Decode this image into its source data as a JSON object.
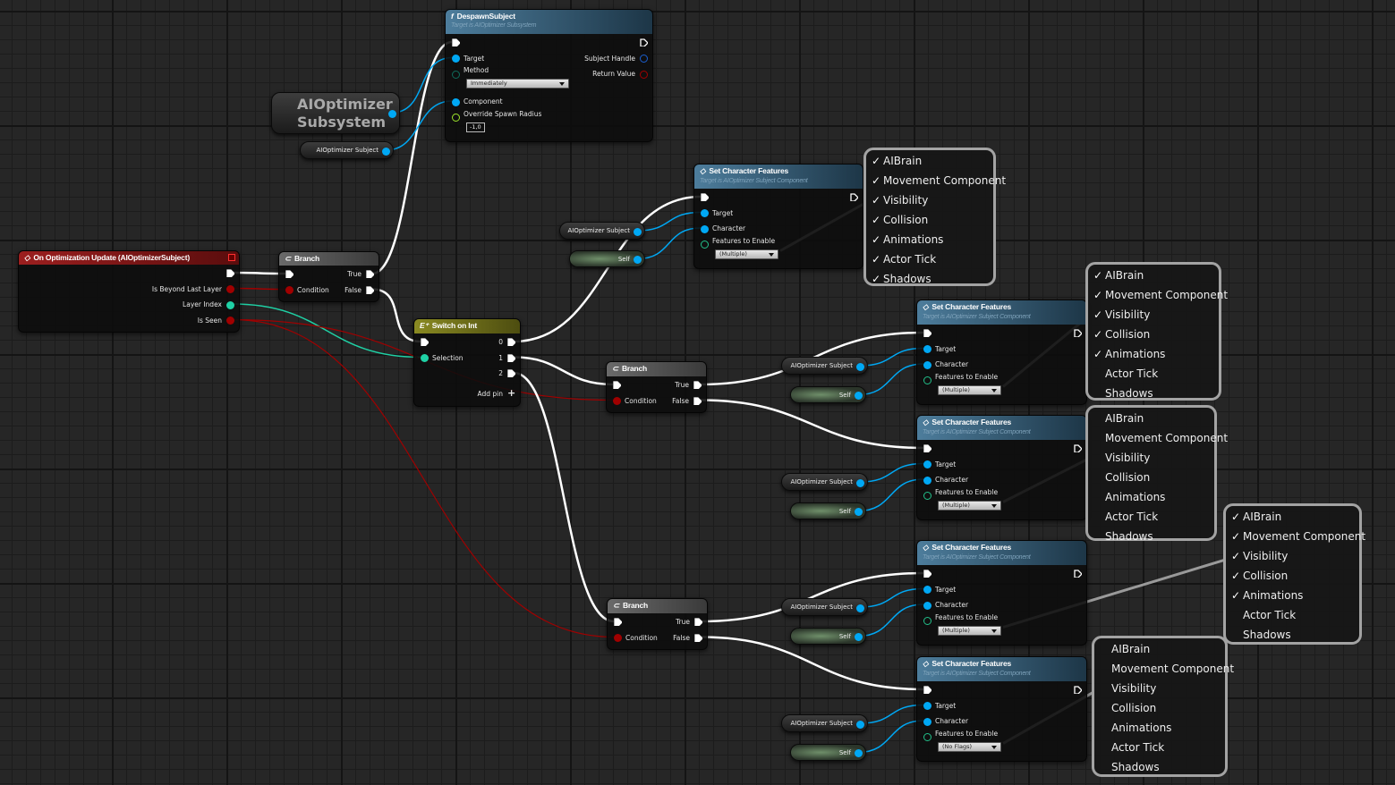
{
  "colors": {
    "exec": "#ffffff",
    "object": "#00a8f4",
    "bool": "#a00000",
    "int": "#1fd1a5",
    "enum": "#0e6b5a",
    "float": "#9be22b",
    "bitmask": "#22c08a",
    "callout_border": "#a3a3a3"
  },
  "nodes": [
    {
      "kind": "var",
      "style": "big",
      "label": "AIOptimizer Subsystem",
      "pin_color": "#00a8f4"
    },
    {
      "kind": "var",
      "label": "AIOptimizer Subject",
      "pin_color": "#00a8f4"
    },
    {
      "kind": "node",
      "title": "DespawnSubject",
      "subtitle": "Target is AIOptimizer Subsystem",
      "icon": "f",
      "header": [
        "#4d7d9c",
        "#1d3647"
      ],
      "rows": [
        {
          "l": {
            "type": "exec"
          },
          "r": {
            "type": "exec",
            "hollow": true
          }
        },
        {
          "l": {
            "label": "Target",
            "color": "#00a8f4"
          },
          "r": {
            "label": "Subject Handle",
            "color": "#1a5fd0",
            "hollow": true
          }
        },
        {
          "l": {
            "label": "Method",
            "color": "#0e6b5a",
            "hollow": true,
            "widget": {
              "type": "dropdown",
              "value": "Immediately"
            }
          },
          "r": {
            "label": "Return Value",
            "color": "#a00000",
            "hollow": true
          }
        },
        {
          "l": {
            "label": "Component",
            "color": "#00a8f4"
          }
        },
        {
          "l": {
            "label": "Override Spawn Radius",
            "color": "#9be22b",
            "hollow": true,
            "widget": {
              "type": "box",
              "value": "-1,0"
            }
          }
        }
      ]
    },
    {
      "kind": "node",
      "title": "On Optimization Update (AIOptimizerSubject)",
      "icon": "◇",
      "header": [
        "#9c1f1f",
        "#5a0d0d"
      ],
      "delegate_icon": true,
      "rows": [
        {
          "r": {
            "type": "exec"
          }
        },
        {
          "r": {
            "label": "Is Beyond Last Layer",
            "color": "#a00000"
          }
        },
        {
          "r": {
            "label": "Layer Index",
            "color": "#1fd1a5"
          }
        },
        {
          "r": {
            "label": "Is Seen",
            "color": "#a00000"
          }
        }
      ]
    },
    {
      "kind": "node",
      "title": "Branch",
      "icon": "⊂",
      "header": [
        "#6a6a6a",
        "#3a3a3a"
      ],
      "rows": [
        {
          "l": {
            "type": "exec"
          },
          "r": {
            "type": "exec",
            "label": "True"
          }
        },
        {
          "l": {
            "label": "Condition",
            "color": "#a00000"
          },
          "r": {
            "type": "exec",
            "label": "False"
          }
        }
      ]
    },
    {
      "kind": "node",
      "title": "Switch on Int",
      "icon": "E⁺",
      "header": [
        "#8a8a22",
        "#4d4d10"
      ],
      "rows": [
        {
          "l": {
            "type": "exec"
          },
          "r": {
            "type": "exec",
            "label": "0"
          }
        },
        {
          "l": {
            "label": "Selection",
            "color": "#1fd1a5"
          },
          "r": {
            "type": "exec",
            "label": "1"
          }
        },
        {
          "r": {
            "type": "exec",
            "label": "2"
          }
        },
        {
          "r": {
            "type": "add",
            "label": "Add pin"
          }
        }
      ]
    },
    {
      "kind": "node",
      "title": "Set Character Features",
      "subtitle": "Target is AIOptimizer Subject Component",
      "icon": "◇",
      "header": [
        "#4d7d9c",
        "#1d3647"
      ],
      "rows": [
        {
          "l": {
            "type": "exec"
          },
          "r": {
            "type": "exec",
            "hollow": true
          }
        },
        {
          "l": {
            "label": "Target",
            "color": "#00a8f4"
          }
        },
        {
          "l": {
            "label": "Character",
            "color": "#00a8f4"
          }
        },
        {
          "l": {
            "label": "Features to Enable",
            "color": "#22c08a",
            "hollow": true,
            "widget": {
              "type": "dropdown",
              "value": "(Multiple)"
            }
          }
        }
      ]
    },
    {
      "kind": "var",
      "label": "AIOptimizer Subject",
      "pin_color": "#00a8f4"
    },
    {
      "kind": "var",
      "style": "self",
      "label": "Self",
      "pin_color": "#00a8f4"
    },
    {
      "kind": "node",
      "title": "Branch",
      "icon": "⊂",
      "header": [
        "#6a6a6a",
        "#3a3a3a"
      ],
      "rows": [
        {
          "l": {
            "type": "exec"
          },
          "r": {
            "type": "exec",
            "label": "True"
          }
        },
        {
          "l": {
            "label": "Condition",
            "color": "#a00000"
          },
          "r": {
            "type": "exec",
            "label": "False"
          }
        }
      ]
    },
    {
      "kind": "node",
      "title": "Set Character Features",
      "subtitle": "Target is AIOptimizer Subject Component",
      "icon": "◇",
      "header": [
        "#4d7d9c",
        "#1d3647"
      ],
      "rows": [
        {
          "l": {
            "type": "exec"
          },
          "r": {
            "type": "exec",
            "hollow": true
          }
        },
        {
          "l": {
            "label": "Target",
            "color": "#00a8f4"
          }
        },
        {
          "l": {
            "label": "Character",
            "color": "#00a8f4"
          }
        },
        {
          "l": {
            "label": "Features to Enable",
            "color": "#22c08a",
            "hollow": true,
            "widget": {
              "type": "dropdown",
              "value": "(Multiple)"
            }
          }
        }
      ]
    },
    {
      "kind": "var",
      "label": "AIOptimizer Subject",
      "pin_color": "#00a8f4"
    },
    {
      "kind": "var",
      "style": "self",
      "label": "Self",
      "pin_color": "#00a8f4"
    },
    {
      "kind": "node",
      "title": "Set Character Features",
      "subtitle": "Target is AIOptimizer Subject Component",
      "icon": "◇",
      "header": [
        "#4d7d9c",
        "#1d3647"
      ],
      "rows": [
        {
          "l": {
            "type": "exec"
          },
          "r": {
            "type": "exec",
            "hollow": true
          }
        },
        {
          "l": {
            "label": "Target",
            "color": "#00a8f4"
          }
        },
        {
          "l": {
            "label": "Character",
            "color": "#00a8f4"
          }
        },
        {
          "l": {
            "label": "Features to Enable",
            "color": "#22c08a",
            "hollow": true,
            "widget": {
              "type": "dropdown",
              "value": "(Multiple)"
            }
          }
        }
      ]
    },
    {
      "kind": "var",
      "label": "AIOptimizer Subject",
      "pin_color": "#00a8f4"
    },
    {
      "kind": "var",
      "style": "self",
      "label": "Self",
      "pin_color": "#00a8f4"
    },
    {
      "kind": "node",
      "title": "Branch",
      "icon": "⊂",
      "header": [
        "#6a6a6a",
        "#3a3a3a"
      ],
      "rows": [
        {
          "l": {
            "type": "exec"
          },
          "r": {
            "type": "exec",
            "label": "True"
          }
        },
        {
          "l": {
            "label": "Condition",
            "color": "#a00000"
          },
          "r": {
            "type": "exec",
            "label": "False"
          }
        }
      ]
    },
    {
      "kind": "node",
      "title": "Set Character Features",
      "subtitle": "Target is AIOptimizer Subject Component",
      "icon": "◇",
      "header": [
        "#4d7d9c",
        "#1d3647"
      ],
      "rows": [
        {
          "l": {
            "type": "exec"
          },
          "r": {
            "type": "exec",
            "hollow": true
          }
        },
        {
          "l": {
            "label": "Target",
            "color": "#00a8f4"
          }
        },
        {
          "l": {
            "label": "Character",
            "color": "#00a8f4"
          }
        },
        {
          "l": {
            "label": "Features to Enable",
            "color": "#22c08a",
            "hollow": true,
            "widget": {
              "type": "dropdown",
              "value": "(Multiple)"
            }
          }
        }
      ]
    },
    {
      "kind": "var",
      "label": "AIOptimizer Subject",
      "pin_color": "#00a8f4"
    },
    {
      "kind": "var",
      "style": "self",
      "label": "Self",
      "pin_color": "#00a8f4"
    },
    {
      "kind": "node",
      "title": "Set Character Features",
      "subtitle": "Target is AIOptimizer Subject Component",
      "icon": "◇",
      "header": [
        "#4d7d9c",
        "#1d3647"
      ],
      "rows": [
        {
          "l": {
            "type": "exec"
          },
          "r": {
            "type": "exec",
            "hollow": true
          }
        },
        {
          "l": {
            "label": "Target",
            "color": "#00a8f4"
          }
        },
        {
          "l": {
            "label": "Character",
            "color": "#00a8f4"
          }
        },
        {
          "l": {
            "label": "Features to Enable",
            "color": "#22c08a",
            "hollow": true,
            "widget": {
              "type": "dropdown",
              "value": "(No Flags)"
            }
          }
        }
      ]
    },
    {
      "kind": "var",
      "label": "AIOptimizer Subject",
      "pin_color": "#00a8f4"
    },
    {
      "kind": "var",
      "style": "self",
      "label": "Self",
      "pin_color": "#00a8f4"
    }
  ],
  "callouts": [
    {
      "items": [
        {
          "label": "AIBrain",
          "checked": true
        },
        {
          "label": "Movement Component",
          "checked": true
        },
        {
          "label": "Visibility",
          "checked": true
        },
        {
          "label": "Collision",
          "checked": true
        },
        {
          "label": "Animations",
          "checked": true
        },
        {
          "label": "Actor Tick",
          "checked": true
        },
        {
          "label": "Shadows",
          "checked": true
        }
      ]
    },
    {
      "items": [
        {
          "label": "AIBrain",
          "checked": true
        },
        {
          "label": "Movement Component",
          "checked": true
        },
        {
          "label": "Visibility",
          "checked": true
        },
        {
          "label": "Collision",
          "checked": true
        },
        {
          "label": "Animations",
          "checked": true
        },
        {
          "label": "Actor Tick",
          "checked": false
        },
        {
          "label": "Shadows",
          "checked": false
        }
      ]
    },
    {
      "items": [
        {
          "label": "AIBrain",
          "checked": false
        },
        {
          "label": "Movement Component",
          "checked": false
        },
        {
          "label": "Visibility",
          "checked": false
        },
        {
          "label": "Collision",
          "checked": false
        },
        {
          "label": "Animations",
          "checked": false
        },
        {
          "label": "Actor Tick",
          "checked": false
        },
        {
          "label": "Shadows",
          "checked": false
        }
      ]
    },
    {
      "items": [
        {
          "label": "AIBrain",
          "checked": true
        },
        {
          "label": "Movement Component",
          "checked": true
        },
        {
          "label": "Visibility",
          "checked": true
        },
        {
          "label": "Collision",
          "checked": true
        },
        {
          "label": "Animations",
          "checked": true
        },
        {
          "label": "Actor Tick",
          "checked": false
        },
        {
          "label": "Shadows",
          "checked": false
        }
      ]
    },
    {
      "items": [
        {
          "label": "AIBrain",
          "checked": false
        },
        {
          "label": "Movement Component",
          "checked": false
        },
        {
          "label": "Visibility",
          "checked": false
        },
        {
          "label": "Collision",
          "checked": false
        },
        {
          "label": "Animations",
          "checked": false
        },
        {
          "label": "Actor Tick",
          "checked": false
        },
        {
          "label": "Shadows",
          "checked": false
        }
      ]
    }
  ]
}
